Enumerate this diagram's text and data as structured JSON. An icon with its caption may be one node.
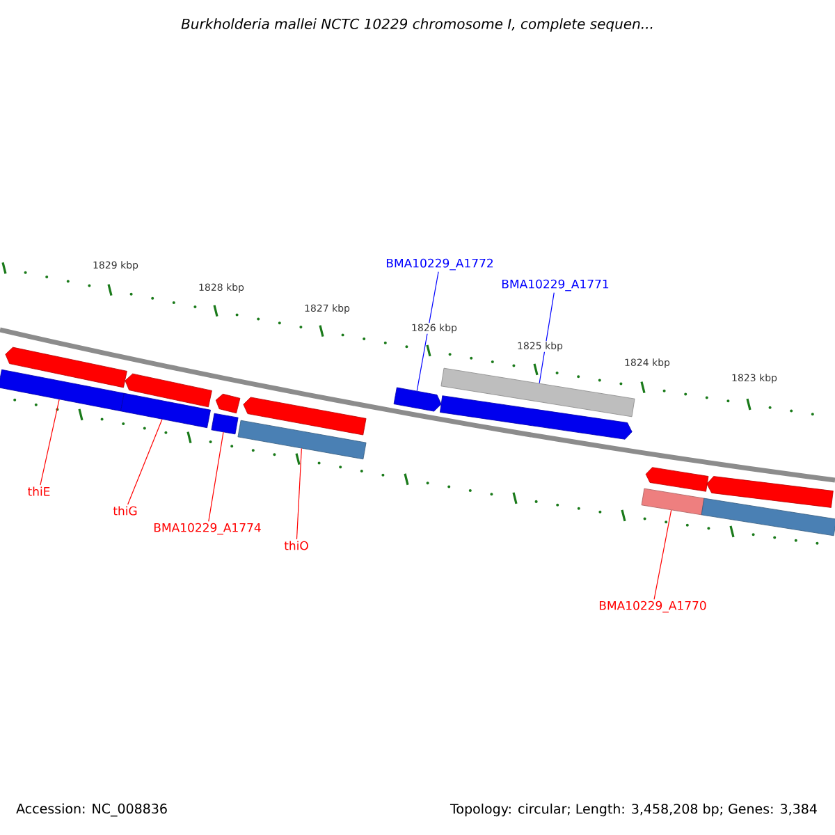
{
  "diagram": {
    "title": "Burkholderia mallei NCTC 10229 chromosome I, complete sequen...",
    "nodes": [
      {
        "text": [],
        "shape": "bar"
      },
      {
        "text": [],
        "shape": "bar"
      },
      {
        "text": [],
        "shape": "bar"
      },
      {
        "text": [],
        "shape": "bar"
      },
      {
        "text": [],
        "shape": "bar"
      },
      {
        "text": [],
        "shape": "bar"
      },
      {
        "text": [],
        "shape": "bar"
      },
      {
        "text": [],
        "shape": "bar"
      },
      {
        "text": [],
        "shape": "bar"
      },
      {
        "text": [],
        "shape": "bar"
      },
      {
        "text": [],
        "shape": "bar"
      },
      {
        "text": [],
        "shape": "bar"
      },
      {
        "text": [],
        "shape": "bar"
      },
      {
        "text": [],
        "shape": "bar"
      },
      {
        "text": [],
        "shape": "bar"
      },
      {
        "text": [
          "thiE"
        ]
      },
      {
        "text": [
          "thiG"
        ]
      },
      {
        "text": [
          "BMA10229_A1774"
        ]
      },
      {
        "text": [
          "thiO"
        ]
      },
      {
        "text": [
          "BMA10229_A1772"
        ]
      },
      {
        "text": [
          "BMA10229_A1771"
        ]
      },
      {
        "text": [
          "BMA10229_A1770"
        ]
      }
    ],
    "edges": [
      {
        "from": 15,
        "to": 1,
        "arrow": "none"
      },
      {
        "from": 16,
        "to": 2,
        "arrow": "none"
      },
      {
        "from": 17,
        "to": 5,
        "arrow": "none"
      },
      {
        "from": 18,
        "to": 7,
        "arrow": "none"
      },
      {
        "from": 19,
        "to": 8,
        "arrow": "none",
        "color": "#0000ff"
      },
      {
        "from": 20,
        "to": 9,
        "arrow": "none",
        "color": "#0000ff"
      },
      {
        "from": 21,
        "to": 12,
        "arrow": "none"
      }
    ],
    "labels": [
      "1829 kbp",
      "1828 kbp",
      "1827 kbp",
      "1826 kbp",
      "1825 kbp",
      "1824 kbp",
      "1823 kbp",
      "Accession: NC_008836",
      "Topology: circular; Length: 3,458,208 bp; Genes: 3,384"
    ]
  }
}
